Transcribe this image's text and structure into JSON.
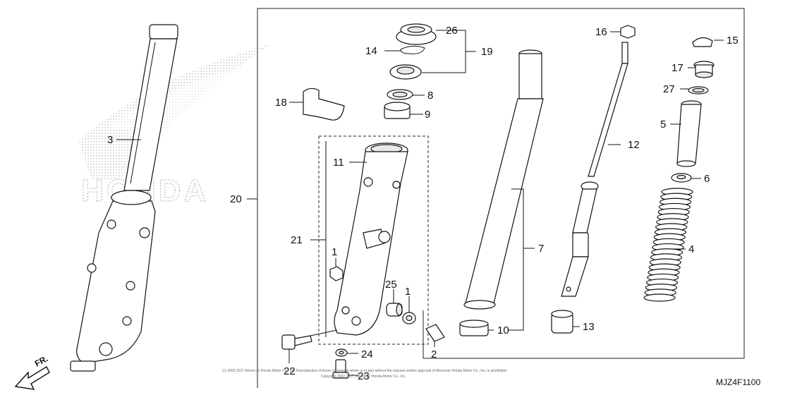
{
  "diagram": {
    "diagram_code": "MJZ4F1100",
    "direction_label": "FR.",
    "watermark_text": "HONDA",
    "copyright_text": "(c) 2002-2017 American Honda Motor Co., Inc. Reproduction of these contents in whole or in part without the express written approval of American Honda Motor Co., Inc. is prohibited.",
    "copyright_line2": "Copyright 2002-2017, American Honda Motor Co., Inc.",
    "callouts": {
      "c1a": "1",
      "c1b": "1",
      "c2": "2",
      "c3": "3",
      "c4": "4",
      "c5": "5",
      "c6": "6",
      "c7": "7",
      "c8": "8",
      "c9": "9",
      "c10": "10",
      "c11": "11",
      "c12": "12",
      "c13": "13",
      "c14": "14",
      "c15": "15",
      "c16": "16",
      "c17": "17",
      "c18": "18",
      "c19": "19",
      "c20": "20",
      "c21": "21",
      "c22": "22",
      "c23": "23",
      "c24": "24",
      "c25": "25",
      "c26": "26",
      "c27": "27"
    }
  }
}
